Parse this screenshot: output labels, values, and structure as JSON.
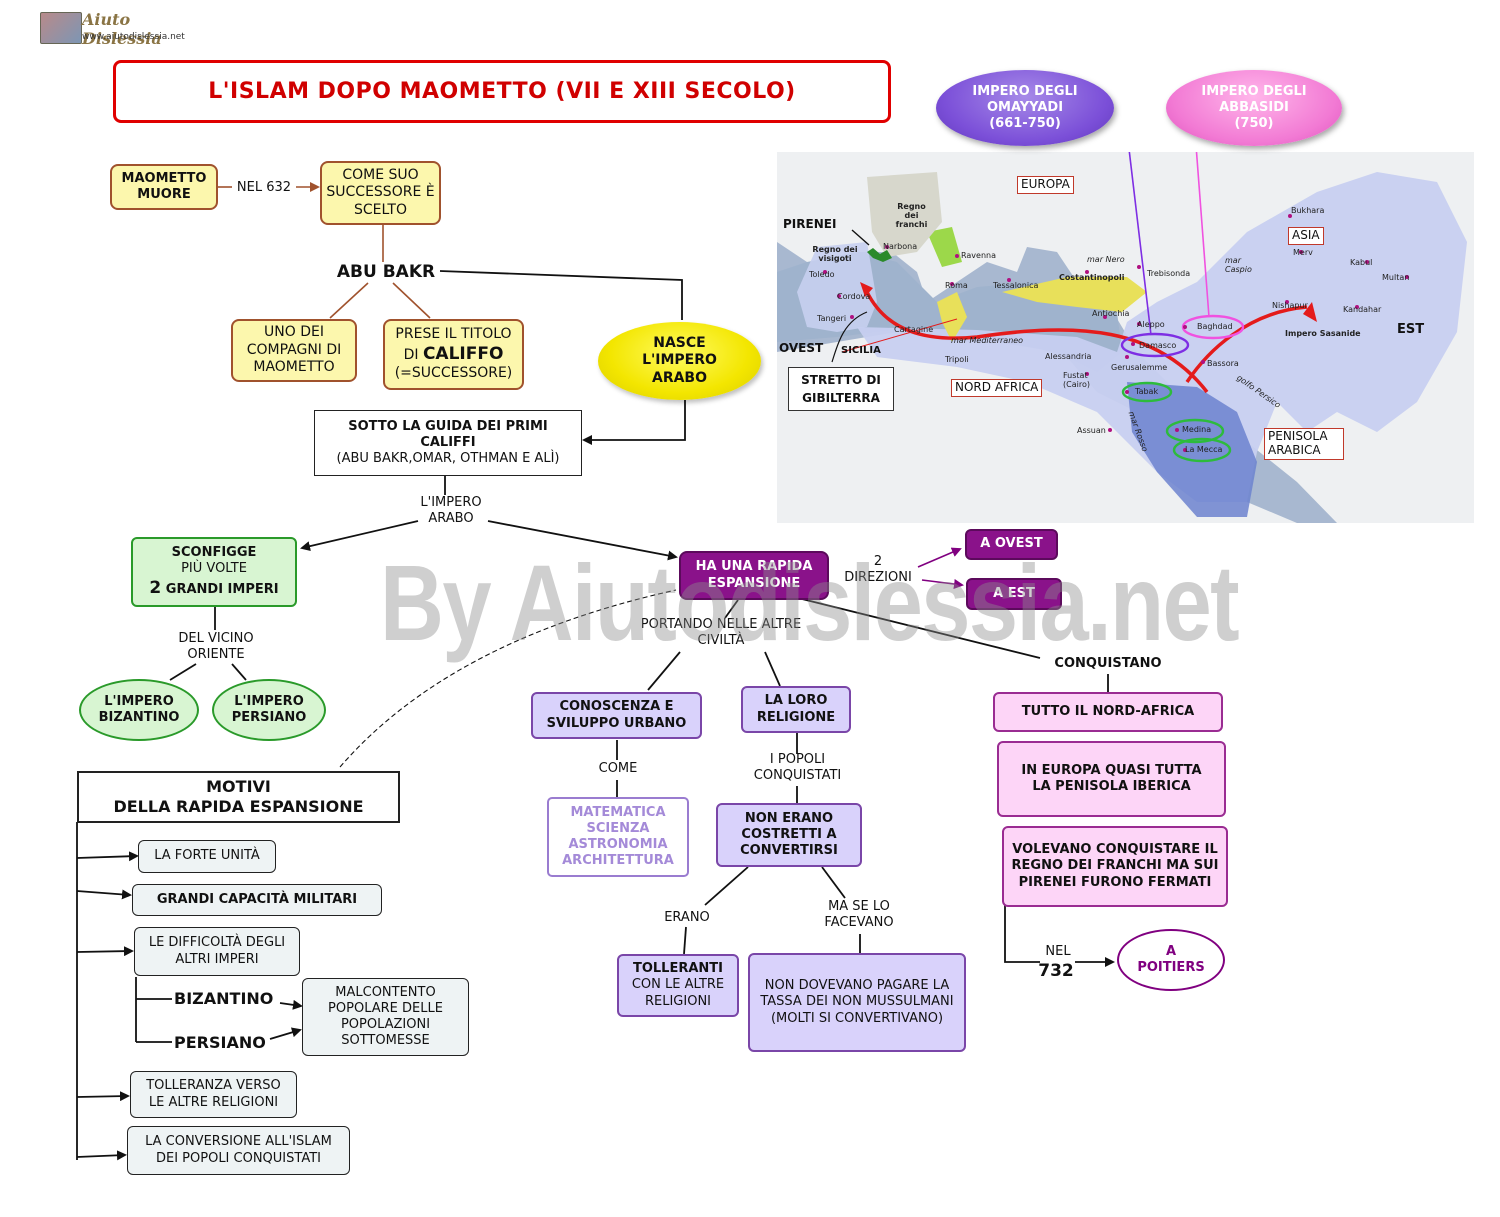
{
  "logo": {
    "name": "Aiuto Dislessia",
    "url": "www.aiutodislessia.net"
  },
  "title": "L'ISLAM DOPO MAOMETTO (VII E XIII SECOLO)",
  "watermark": "By Aiutodislessia.net",
  "top": {
    "maometto": "MAOMETTO MUORE",
    "nel632": "NEL 632",
    "successore": "COME SUO SUCCESSORE È SCELTO",
    "abubakr": "ABU BAKR",
    "compagno": "UNO DEI COMPAGNI DI MAOMETTO",
    "titolo_a": "PRESE IL TITOLO",
    "titolo_di": "DI",
    "titolo_califfo": "CALIFFO",
    "titolo_c": "(=SUCCESSORE)",
    "nasce": "NASCE L'IMPERO ARABO",
    "guida_a": "SOTTO LA GUIDA DEI PRIMI CALIFFI",
    "guida_b": "(ABU BAKR,OMAR, OTHMAN E ALÌ)",
    "impero_arabo": "L'IMPERO ARABO"
  },
  "left": {
    "sconfigge_a": "SCONFIGGE",
    "sconfigge_b": "PIÙ VOLTE",
    "sconfigge_num": "2",
    "sconfigge_c": "GRANDI IMPERI",
    "vicino": "DEL VICINO ORIENTE",
    "bizantino": "L'IMPERO BIZANTINO",
    "persiano": "L'IMPERO PERSIANO"
  },
  "motivi": {
    "title_a": "MOTIVI",
    "title_b": "DELLA RAPIDA ESPANSIONE",
    "unita": "LA FORTE UNITÀ",
    "militari": "GRANDI CAPACITÀ MILITARI",
    "difficolta": "LE DIFFICOLTÀ DEGLI ALTRI IMPERI",
    "biz": "BIZANTINO",
    "pers": "PERSIANO",
    "malcontento": "MALCONTENTO POPOLARE DELLE POPOLAZIONI SOTTOMESSE",
    "tolleranza": "TOLLERANZA VERSO LE ALTRE RELIGIONI",
    "conversione": "LA CONVERSIONE ALL'ISLAM DEI POPOLI CONQUISTATI"
  },
  "center": {
    "espansione": "HA UNA RAPIDA ESPANSIONE",
    "dir_num": "2",
    "direzioni": "DIREZIONI",
    "ovest": "A OVEST",
    "est": "A EST",
    "portando": "PORTANDO NELLE ALTRE CIVILTÀ",
    "conoscenza": "CONOSCENZA E SVILUPPO URBANO",
    "come": "COME",
    "scienze": "MATEMATICA SCIENZA ASTRONOMIA ARCHITETTURA",
    "religione": "LA LORO RELIGIONE",
    "popoli": "I POPOLI CONQUISTATI",
    "non_erano": "NON ERANO COSTRETTI A CONVERTIRSI",
    "erano": "ERANO",
    "tolleranti_a": "TOLLERANTI",
    "tolleranti_b": "CON LE ALTRE RELIGIONI",
    "se_lo": "MA SE LO FACEVANO",
    "tassa": "NON DOVEVANO PAGARE LA TASSA DEI NON MUSSULMANI (MOLTI SI CONVERTIVANO)"
  },
  "right": {
    "conquistano": "CONQUISTANO",
    "nordafrica": "TUTTO IL NORD-AFRICA",
    "europa": "IN EUROPA QUASI TUTTA LA PENISOLA IBERICA",
    "franchi": "VOLEVANO CONQUISTARE IL REGNO DEI FRANCHI MA SUI PIRENEI FURONO FERMATI",
    "nel": "NEL",
    "anno": "732",
    "poitiers": "A POITIERS"
  },
  "map": {
    "omayyadi": "IMPERO DEGLI OMAYYADI (661-750)",
    "abbasidi": "IMPERO DEGLI ABBASIDI (750)",
    "europa": "EUROPA",
    "asia": "ASIA",
    "nord_africa": "NORD AFRICA",
    "penisola": "PENISOLA ARABICA",
    "pirenei": "PIRENEI",
    "ovest": "OVEST",
    "sicilia": "SICILIA",
    "est": "EST",
    "gibilterra": "STRETTO DI GIBILTERRA",
    "places": {
      "franchi": "Regno dei franchi",
      "visigoti": "Regno dei visigoti",
      "narbona": "Narbona",
      "toledo": "Toledo",
      "cordova": "Cordova",
      "tangeri": "Tangeri",
      "ravenna": "Ravenna",
      "roma": "Roma",
      "tessalonica": "Tessalonica",
      "costantinopoli": "Costantinopoli",
      "trebisonda": "Trebisonda",
      "mar_nero": "mar Nero",
      "mar_caspio": "mar Caspio",
      "bukhara": "Bukhara",
      "merv": "Merv",
      "kabul": "Kabul",
      "multan": "Multan",
      "nishapur": "Nishapur",
      "kandahar": "Kandahar",
      "sasanide": "Impero Sasanide",
      "cartagine": "Cartagine",
      "mediterraneo": "mar Mediterraneo",
      "antiochia": "Antiochia",
      "aleppo": "Aleppo",
      "damasco": "Damasco",
      "baghdad": "Baghdad",
      "alessandria": "Alessandria",
      "gerusalemme": "Gerusalemme",
      "bassora": "Bassora",
      "golfo": "golfo Persico",
      "fustat": "Fustat (Cairo)",
      "tabak": "Tabak",
      "assuan": "Assuan",
      "mar_rosso": "mar Rosso",
      "medina": "Medina",
      "mecca": "La Mecca",
      "tripoli": "Tripoli"
    }
  }
}
